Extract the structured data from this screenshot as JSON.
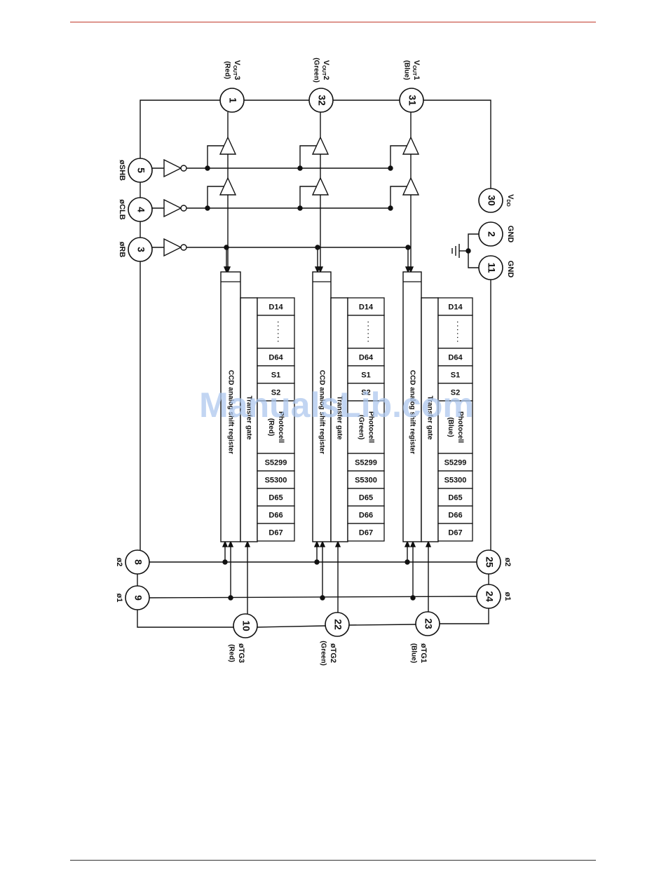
{
  "watermark": "ManualsLib.com",
  "pins": [
    {
      "num": "1",
      "label": "V",
      "sub": "OUT",
      "suffix": "3",
      "color": "(Red)"
    },
    {
      "num": "32",
      "label": "V",
      "sub": "OUT",
      "suffix": "2",
      "color": "(Green)"
    },
    {
      "num": "31",
      "label": "V",
      "sub": "OUT",
      "suffix": "1",
      "color": "(Blue)"
    },
    {
      "num": "5",
      "label": "øSHB"
    },
    {
      "num": "4",
      "label": "øCLB"
    },
    {
      "num": "3",
      "label": "øRB"
    },
    {
      "num": "30",
      "label": "V",
      "sub": "DD"
    },
    {
      "num": "2",
      "label": "GND"
    },
    {
      "num": "11",
      "label": "GND"
    },
    {
      "num": "8",
      "label": "ø2"
    },
    {
      "num": "9",
      "label": "ø1"
    },
    {
      "num": "25",
      "label": "ø2"
    },
    {
      "num": "24",
      "label": "ø1"
    },
    {
      "num": "10",
      "label": "øTG3",
      "color": "(Red)"
    },
    {
      "num": "22",
      "label": "øTG2",
      "color": "(Green)"
    },
    {
      "num": "23",
      "label": "øTG1",
      "color": "(Blue)"
    }
  ],
  "channels": [
    {
      "ccd_label": "CCD analog shift register",
      "gate_label": "Transfer gate",
      "photo_label": "Photocell",
      "photo_color": "(Red)",
      "cells": [
        "D14",
        "· · · · · ·",
        "D64",
        "S1",
        "S2",
        "",
        "S5299",
        "S5300",
        "D65",
        "D66",
        "D67"
      ]
    },
    {
      "ccd_label": "CCD analog shift register",
      "gate_label": "Transfer gate",
      "photo_label": "Photocell",
      "photo_color": "(Green)",
      "cells": [
        "D14",
        "· · · · · ·",
        "D64",
        "S1",
        "S2",
        "",
        "S5299",
        "S5300",
        "D65",
        "D66",
        "D67"
      ]
    },
    {
      "ccd_label": "CCD analog shift register",
      "gate_label": "Transfer gate",
      "photo_label": "Photocell",
      "photo_color": "(Blue)",
      "cells": [
        "D14",
        "· · · · · ·",
        "D64",
        "S1",
        "S2",
        "",
        "S5299",
        "S5300",
        "D65",
        "D66",
        "D67"
      ]
    }
  ]
}
